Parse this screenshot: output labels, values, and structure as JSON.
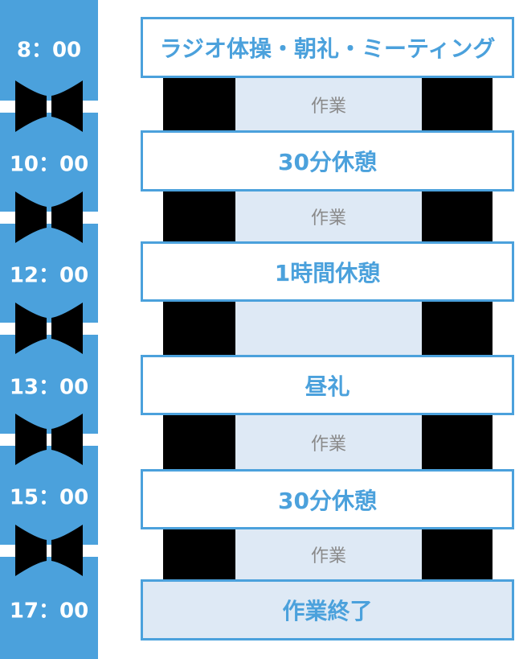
{
  "palette": {
    "bar_blue": "#4ba1dc",
    "light_blue": "#dee9f5",
    "box_border_blue": "#4ba1dc",
    "event_text_blue": "#4ba1dc",
    "work_text_gray": "#8a8a8a",
    "block_black": "#000000",
    "time_text_white": "#ffffff"
  },
  "timeline": {
    "times": [
      {
        "label": "8：00"
      },
      {
        "label": "10：00"
      },
      {
        "label": "12：00"
      },
      {
        "label": "13：00"
      },
      {
        "label": "15：00"
      },
      {
        "label": "17：00"
      }
    ],
    "connector_icon": "hourglass-bowtie"
  },
  "schedule": {
    "events": [
      {
        "label": "ラジオ体操・朝礼・ミーティング",
        "style": "outlined"
      },
      {
        "label": "30分休憩",
        "style": "outlined"
      },
      {
        "label": "1時間休憩",
        "style": "outlined"
      },
      {
        "label": "昼礼",
        "style": "outlined"
      },
      {
        "label": "30分休憩",
        "style": "outlined"
      },
      {
        "label": "作業終了",
        "style": "filled"
      }
    ],
    "work_strips": [
      {
        "label": "作業"
      },
      {
        "label": "作業"
      },
      {
        "label": ""
      },
      {
        "label": "作業"
      },
      {
        "label": "作業"
      }
    ]
  }
}
